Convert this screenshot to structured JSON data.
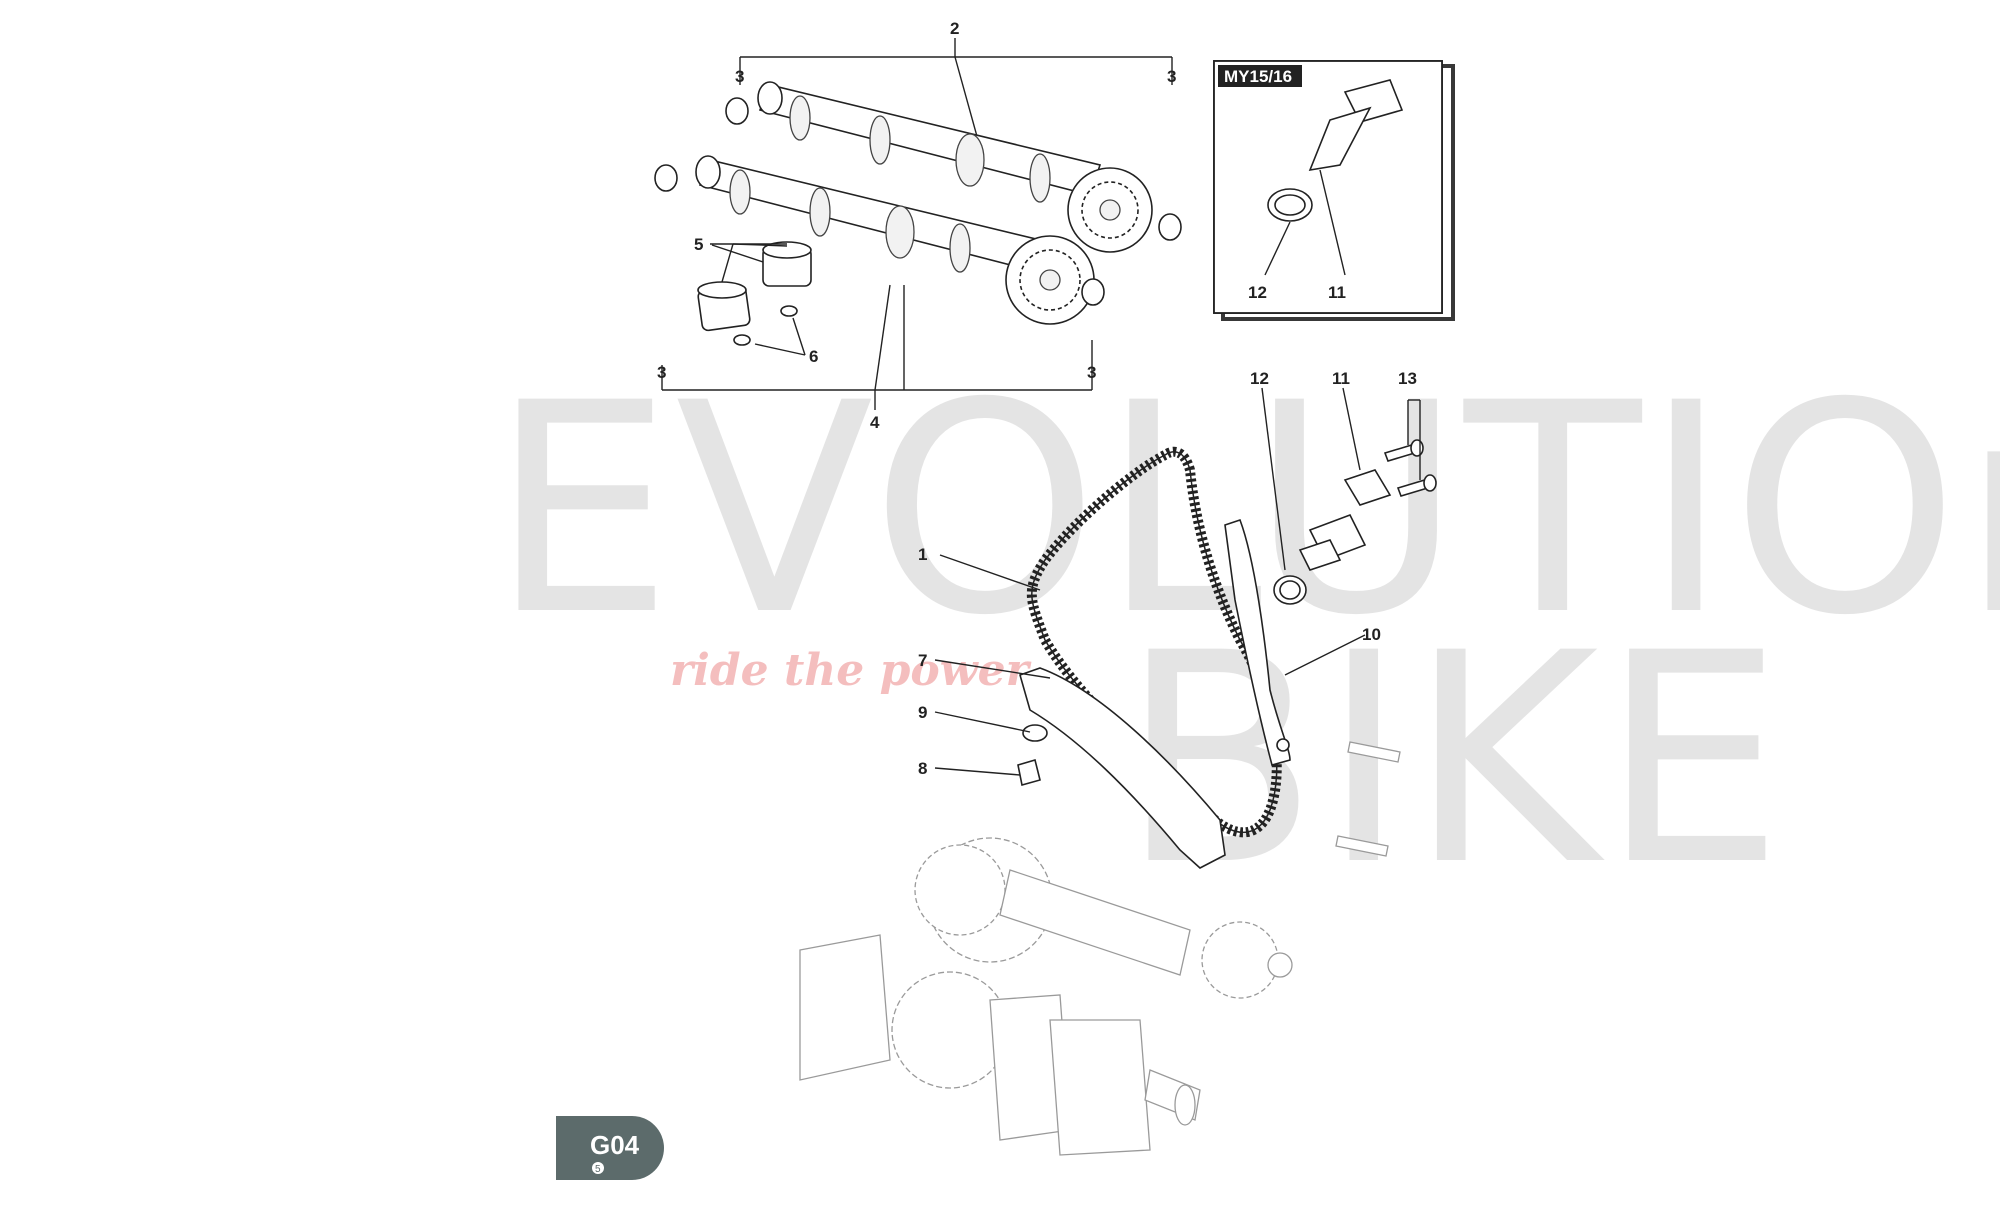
{
  "watermark": {
    "word1": "EVOLUTIOn",
    "word2": "BIKE",
    "tagline": "ride the power"
  },
  "inset": {
    "badge": "MY15/16",
    "labels": [
      "12",
      "11"
    ]
  },
  "page_code": {
    "code": "G04",
    "sub": "5"
  },
  "callouts": {
    "c2": "2",
    "c3a": "3",
    "c3b": "3",
    "c3c": "3",
    "c3d": "3",
    "c4": "4",
    "c5": "5",
    "c6": "6",
    "c1": "1",
    "c7": "7",
    "c9": "9",
    "c8": "8",
    "c10": "10",
    "c12": "12",
    "c11": "11",
    "c13": "13"
  },
  "colors": {
    "badge_bg": "#5c6b6b",
    "watermark_gray": "#cfcfcf",
    "tagline_pink": "#f1a9a9"
  }
}
